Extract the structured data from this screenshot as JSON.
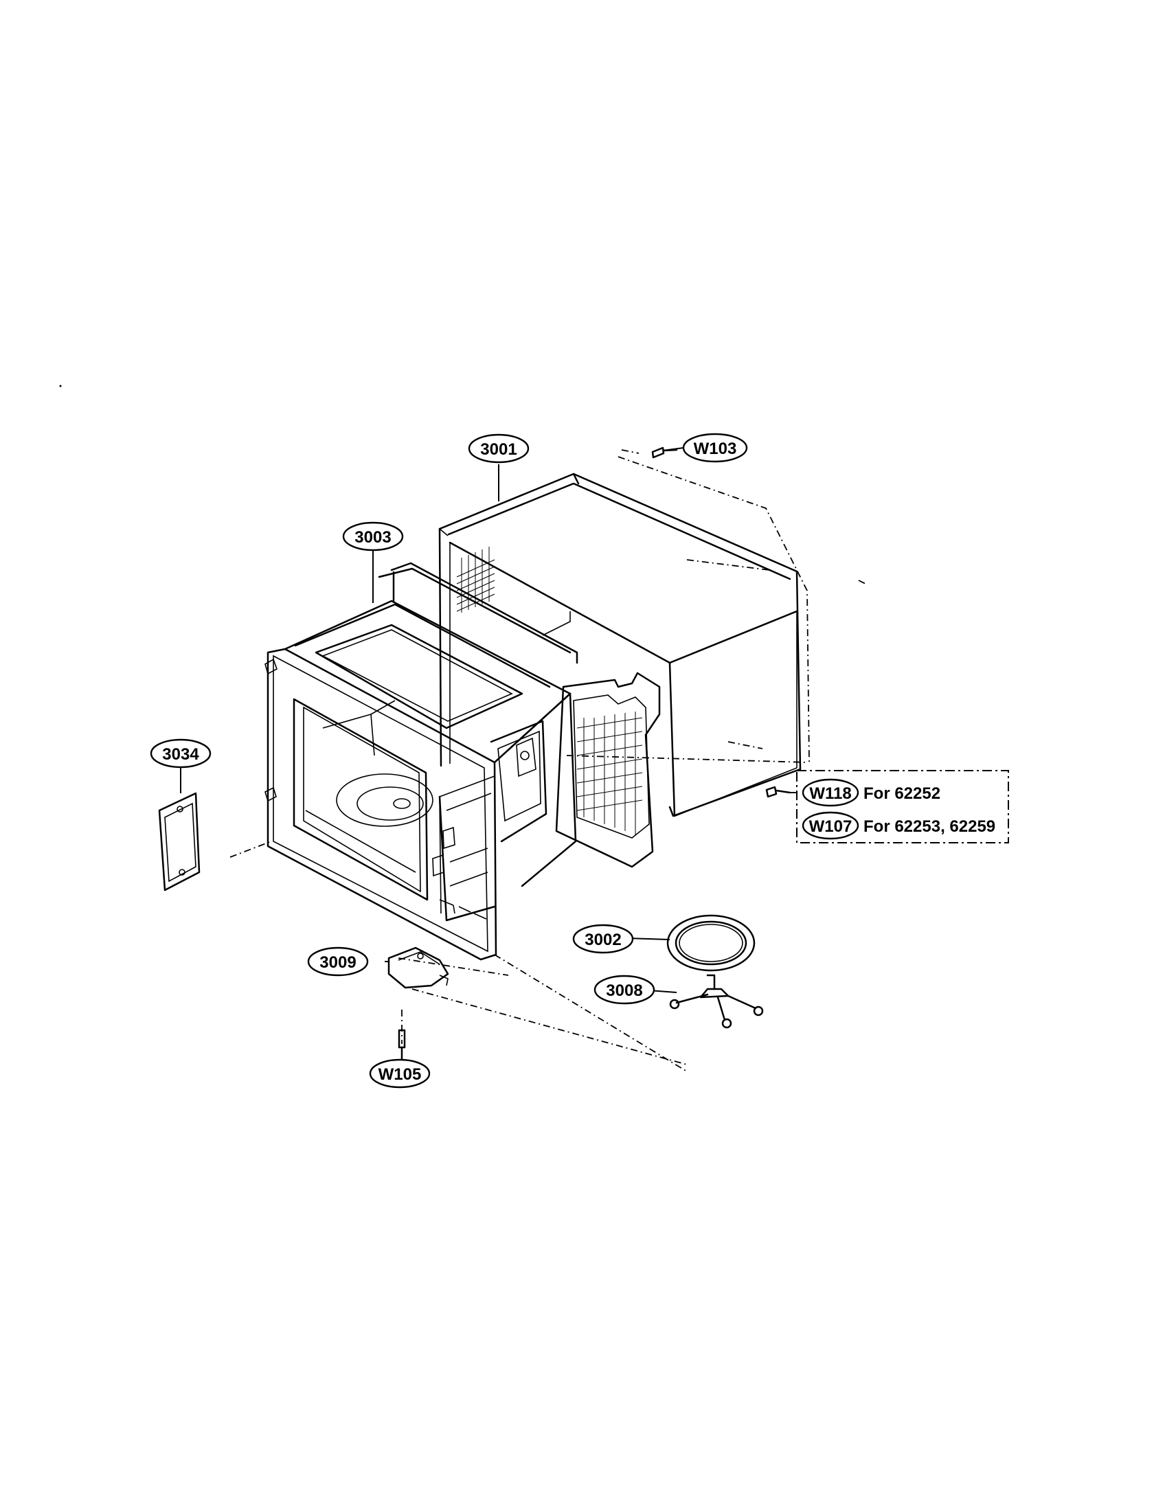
{
  "callouts": {
    "c3001": "3001",
    "c3003": "3003",
    "c3034": "3034",
    "c3009": "3009",
    "c3002": "3002",
    "c3008": "3008",
    "w103": "W103",
    "w105": "W105",
    "w118": "W118",
    "w107": "W107"
  },
  "variant_box": {
    "w118_note": "For 62252",
    "w107_note": "For 62253, 62259"
  }
}
